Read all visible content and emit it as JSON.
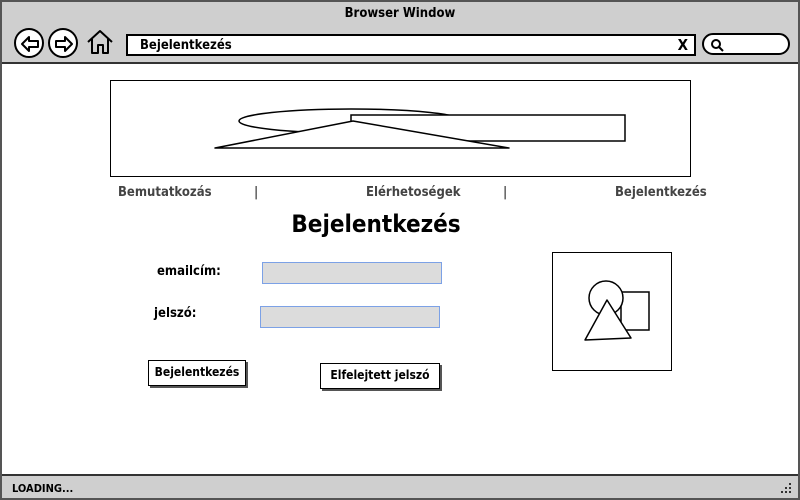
{
  "window": {
    "title": "Browser Window"
  },
  "toolbar": {
    "back_icon": "back-arrow-icon",
    "forward_icon": "forward-arrow-icon",
    "home_icon": "home-icon",
    "url": "Bejelentkezés",
    "clear_label": "X",
    "search_icon": "search-icon"
  },
  "nav": {
    "items": [
      {
        "label": "Bemutatkozás"
      },
      {
        "label": "|"
      },
      {
        "label": "Elérhetoségek"
      },
      {
        "label": "|"
      },
      {
        "label": "Bejelentkezés"
      }
    ]
  },
  "page": {
    "heading": "Bejelentkezés",
    "email_label": "emailcím:",
    "email_value": "",
    "password_label": "jelszó:",
    "password_value": "",
    "login_button": "Bejelentkezés",
    "forgot_button": "Elfelejtett jelszó"
  },
  "status": {
    "text": "LOADING..."
  },
  "colors": {
    "chrome": "#cfcfcf",
    "field_fill": "#dcdcdc",
    "field_border": "#7ca1e6"
  }
}
